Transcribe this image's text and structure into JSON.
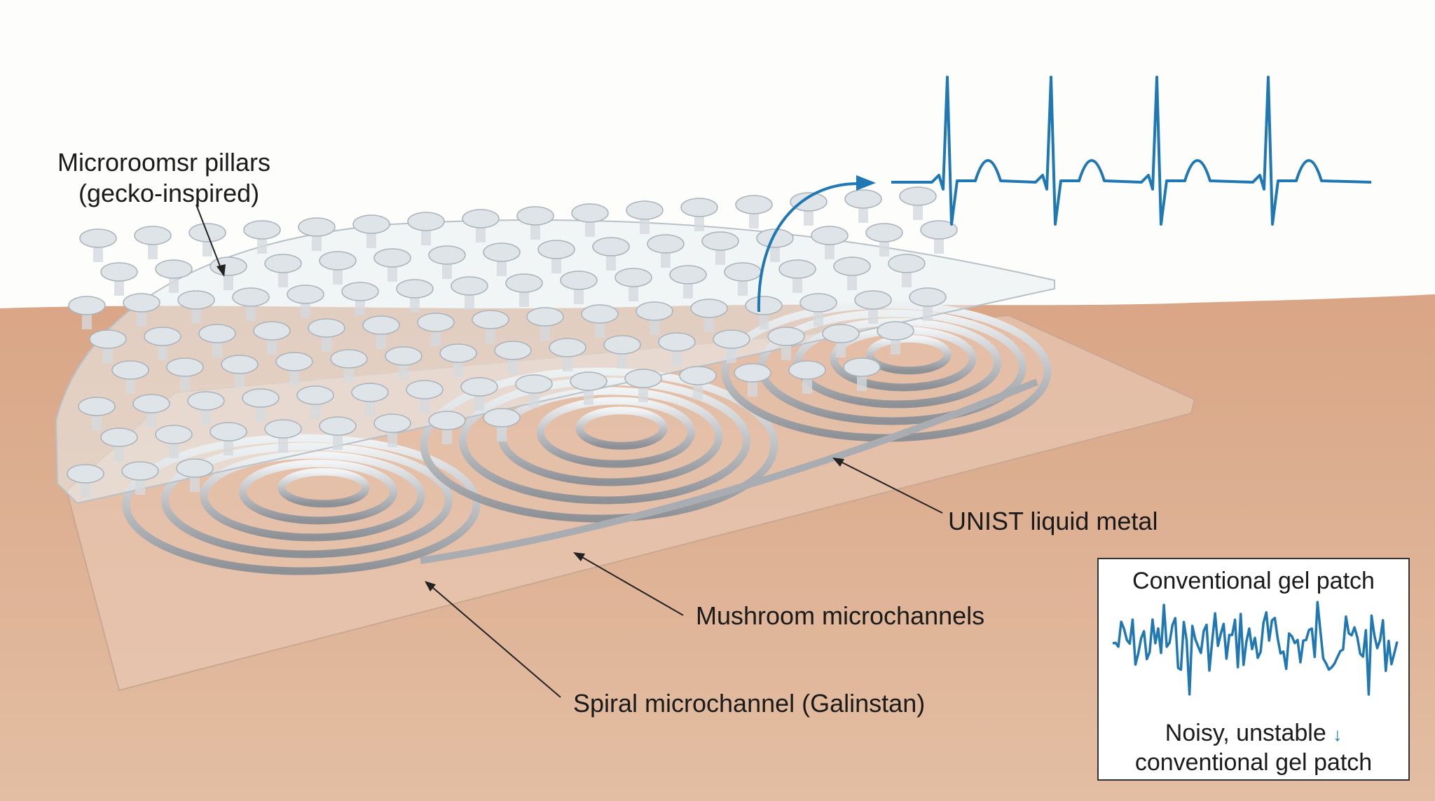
{
  "labels": {
    "pillars_line1": "Microroomsr pillars",
    "pillars_line2": "(gecko-inspired)",
    "liquid_metal": "UNIST liquid metal",
    "mushroom": "Mushroom microchannels",
    "spiral": "Spiral microchannel (Galinstan)"
  },
  "inset": {
    "title": "Conventional gel patch",
    "caption_line1": "Noisy, unstable",
    "caption_arrow": "↓",
    "caption_line2": "conventional gel patch"
  },
  "colors": {
    "skin": "#dcae8f",
    "signal": "#1f77b4",
    "metal": "#b9bcc0",
    "background": "#fdfdfc"
  }
}
